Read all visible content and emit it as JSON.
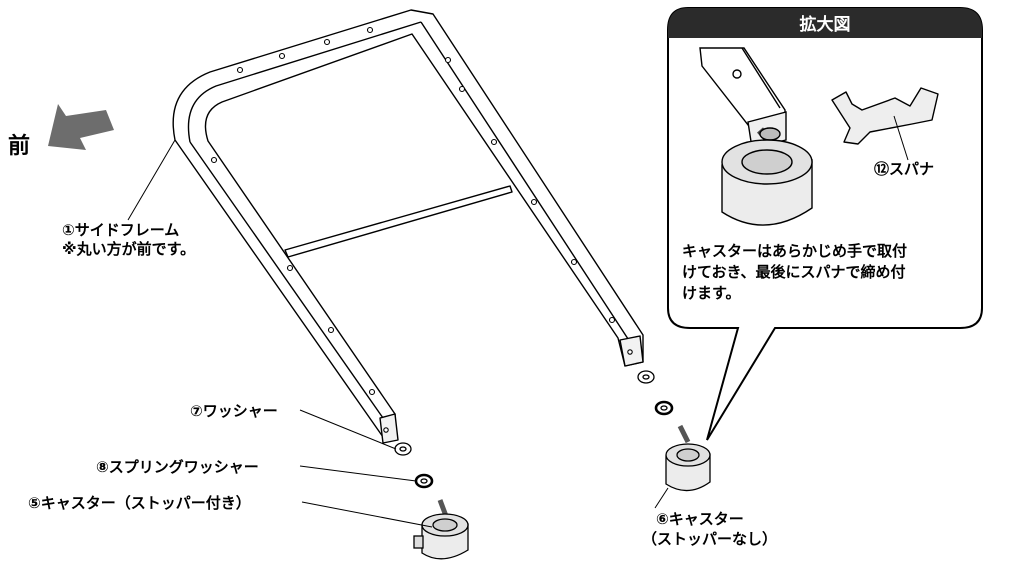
{
  "front_label": "前",
  "zoom": {
    "title": "拡大図",
    "wrench_label": "⑫スパナ",
    "note_lines": [
      "キャスターはあらかじめ手で取付",
      "けておき、最後にスパナで締め付",
      "けます。"
    ]
  },
  "parts": {
    "side_frame": [
      "①サイドフレーム",
      "※丸い方が前です。"
    ],
    "washer": "⑦ワッシャー",
    "spring_washer": "⑧スプリングワッシャー",
    "caster_stopper": "⑤キャスター（ストッパー付き）",
    "caster_plain": [
      "⑥キャスター",
      "（ストッパーなし）"
    ]
  }
}
